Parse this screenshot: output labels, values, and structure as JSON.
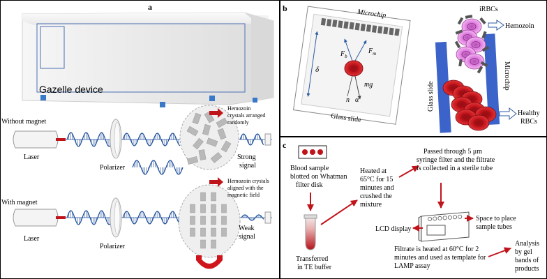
{
  "panels": {
    "a": {
      "label": "a",
      "device_caption": "Gazelle device",
      "without_magnet": {
        "condition": "Without magnet",
        "laser": "Laser",
        "polarizer": "Polarizer",
        "hemozoin_note": [
          "Hemozoin",
          "crystals arranged",
          "randomly"
        ],
        "signal": [
          "Strong",
          "signal"
        ]
      },
      "with_magnet": {
        "condition": "With magnet",
        "laser": "Laser",
        "polarizer": "Polarizer",
        "hemozoin_note": [
          "Hemozoin crystals",
          "aligned with the",
          "magnetic field"
        ],
        "signal": [
          "Weak",
          "signal"
        ]
      }
    },
    "b": {
      "label": "b",
      "microchip_top": "Microchip",
      "glass_slide_bottom": "Glass slide",
      "delta": "δ",
      "fb": "F",
      "fb_sub": "b",
      "fm": "F",
      "fm_sub": "m",
      "mg": "mg",
      "n": "n",
      "alpha": "α",
      "irbcs": "iRBCs",
      "hemozoin": "Hemozoin",
      "glass_slide_side": "Glass slide",
      "microchip_side": "Microchip",
      "healthy": [
        "Healthy",
        "RBCs"
      ]
    },
    "c": {
      "label": "c",
      "step1": [
        "Blood sample",
        "blotted on Whatman",
        "filter disk"
      ],
      "step2": [
        "Transferred",
        "in TE buffer"
      ],
      "step3": [
        "Heated at",
        "65°C for 15",
        "minutes and",
        "crushed the",
        "mixture"
      ],
      "step4": [
        "Passed through 5 μm",
        "syringe filter and the filtrate",
        "is collected in a sterile tube"
      ],
      "lcd": "LCD display",
      "space": [
        "Space to place",
        "sample tubes"
      ],
      "step5": [
        "Filtrate is heated at 60°C for 2",
        "minutes and used as template for",
        "LAMP assay"
      ],
      "step6": [
        "Analysis",
        "by gel",
        "bands of",
        "products"
      ]
    }
  },
  "colors": {
    "accent_red": "#c0141b",
    "wave_blue": "#1f4e9a",
    "rbc_red": "#c4161c",
    "irbc_pink": "#d86ad4",
    "slide_blue": "#3b63c9",
    "foot_blue": "#3a78c8"
  }
}
